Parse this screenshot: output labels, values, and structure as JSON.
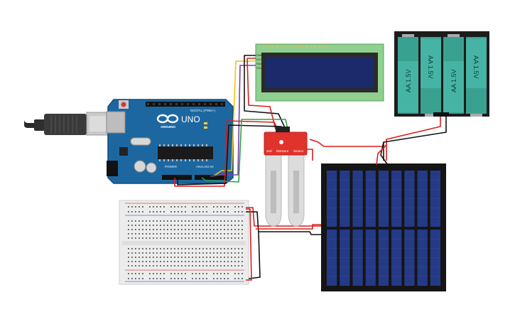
{
  "arduino": {
    "brand": "UNO",
    "maker": "ARDUINO",
    "header_digital": "DIGITAL (PWM~)",
    "header_power": "POWER",
    "header_analog": "ANALOG IN",
    "colors": {
      "board": "#1d67a1",
      "board_dark": "#154c78"
    }
  },
  "lcd": {
    "pin_labels": [
      "GND",
      "VCC",
      "SDA",
      "SCL"
    ],
    "colors": {
      "pcb": "#8fcf8f",
      "screen": "#1b2a6b"
    }
  },
  "battery": {
    "cells": [
      "AA 1.5V",
      "AA 1.5V",
      "AA 1.5V",
      "AA 1.5V"
    ],
    "colors": {
      "cell": "#46b4a4",
      "holder": "#1c1c1c"
    }
  },
  "sensor": {
    "board_labels": [
      "Soil",
      "Moisture",
      "Sensor"
    ],
    "colors": {
      "board": "#e0332c"
    }
  },
  "solar_panel": {
    "colors": {
      "frame": "#151515",
      "cell": "#253a86"
    }
  },
  "breadboard": {
    "colors": {
      "body": "#ececec",
      "rail_red": "#d9534f",
      "rail_blue": "#4a72c4"
    }
  },
  "wire_colors": {
    "red": "#d81e1e",
    "black": "#111111",
    "yellow": "#f2c21a",
    "purple": "#7b3fa0",
    "green": "#2ea043"
  }
}
